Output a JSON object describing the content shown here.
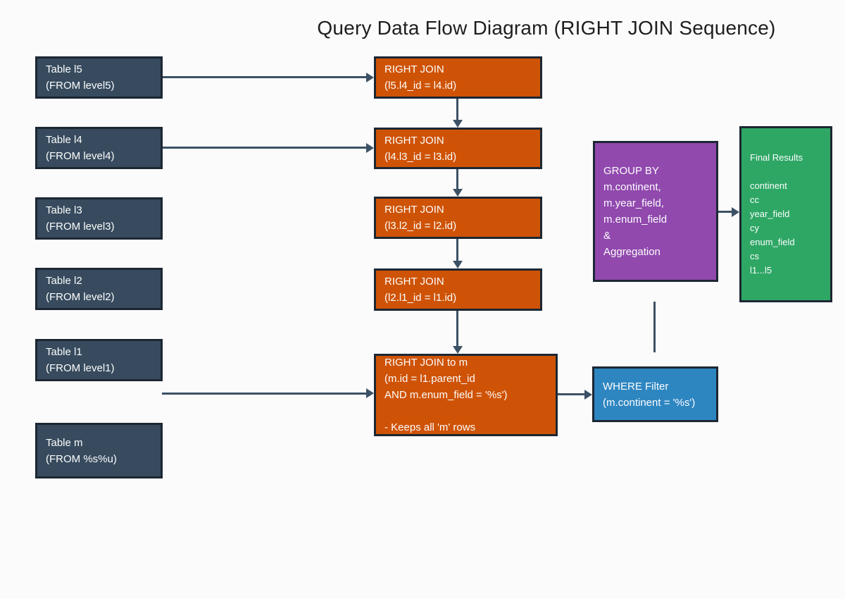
{
  "title": "Query Data Flow Diagram (RIGHT JOIN Sequence)",
  "colors": {
    "slate": "#384B5E",
    "orange": "#CF5306",
    "blue": "#2E86C1",
    "purple": "#9149AE",
    "green": "#2EA765",
    "arrow": "#3C5165",
    "border": "#1c2733",
    "background": "#fbfbfb",
    "box_text": "#fbfdfd",
    "title_text": "#1e1e1e"
  },
  "nodes": {
    "table_l5": {
      "lines": [
        "Table l5",
        "(FROM level5)"
      ]
    },
    "table_l4": {
      "lines": [
        "Table l4",
        "(FROM level4)"
      ]
    },
    "table_l3": {
      "lines": [
        "Table l3",
        "(FROM level3)"
      ]
    },
    "table_l2": {
      "lines": [
        "Table l2",
        "(FROM level2)"
      ]
    },
    "table_l1": {
      "lines": [
        "Table l1",
        "(FROM level1)"
      ]
    },
    "table_m": {
      "lines": [
        "Table m",
        "(FROM %s%u)"
      ]
    },
    "join_l5_l4": {
      "lines": [
        "RIGHT JOIN",
        "(l5.l4_id = l4.id)"
      ]
    },
    "join_l4_l3": {
      "lines": [
        "RIGHT JOIN",
        "(l4.l3_id = l3.id)"
      ]
    },
    "join_l3_l2": {
      "lines": [
        "RIGHT JOIN",
        "(l3.l2_id = l2.id)"
      ]
    },
    "join_l2_l1": {
      "lines": [
        "RIGHT JOIN",
        "(l2.l1_id = l1.id)"
      ]
    },
    "join_m": {
      "lines": [
        "RIGHT JOIN to m",
        "(m.id = l1.parent_id",
        "AND m.enum_field = '%s')",
        "",
        "- Keeps all 'm' rows"
      ]
    },
    "where_filter": {
      "lines": [
        "WHERE Filter",
        "(m.continent = '%s')"
      ]
    },
    "group_by": {
      "lines": [
        "GROUP BY",
        "m.continent,",
        "m.year_field,",
        "m.enum_field",
        "&",
        "Aggregation"
      ]
    },
    "final_results": {
      "lines": [
        "Final Results",
        "",
        "continent",
        "cc",
        "year_field",
        "cy",
        "enum_field",
        "cs",
        "l1...l5"
      ]
    }
  }
}
